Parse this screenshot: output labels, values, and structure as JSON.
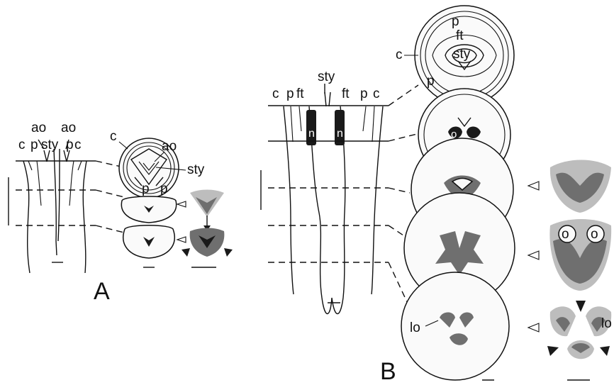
{
  "panels": {
    "A": {
      "panel_label": "A",
      "flower_labels": [
        "c",
        "p",
        "sty",
        "p",
        "c"
      ],
      "ao_left": "ao",
      "ao_right": "ao",
      "section_labels": {
        "c": "c",
        "ao": "ao",
        "sty": "sty",
        "p_left": "p",
        "p_right": "p"
      }
    },
    "B": {
      "panel_label": "B",
      "flower_labels": {
        "c1": "c",
        "p1": "p",
        "ft1": "ft",
        "sty": "sty",
        "ft2": "ft",
        "p2": "p",
        "c2": "c"
      },
      "nectary_label": "n",
      "section_top": {
        "p_top": "p",
        "ft": "ft",
        "sty": "sty",
        "c": "c",
        "p_low": "p"
      },
      "ovule_label": "o",
      "detail_o_left": "o",
      "detail_o_right": "o",
      "lo_label": "lo",
      "lo_detail_label": "lo"
    }
  },
  "icons": {
    "open_arrow": "open-triangle-pointer",
    "solid_arrow": "solid-triangle-pointer"
  },
  "colors": {
    "ink": "#111111",
    "dark_tissue": "#1a1a1a",
    "mid_tissue": "#6f6f6f",
    "light_tissue": "#bdbdbd"
  }
}
